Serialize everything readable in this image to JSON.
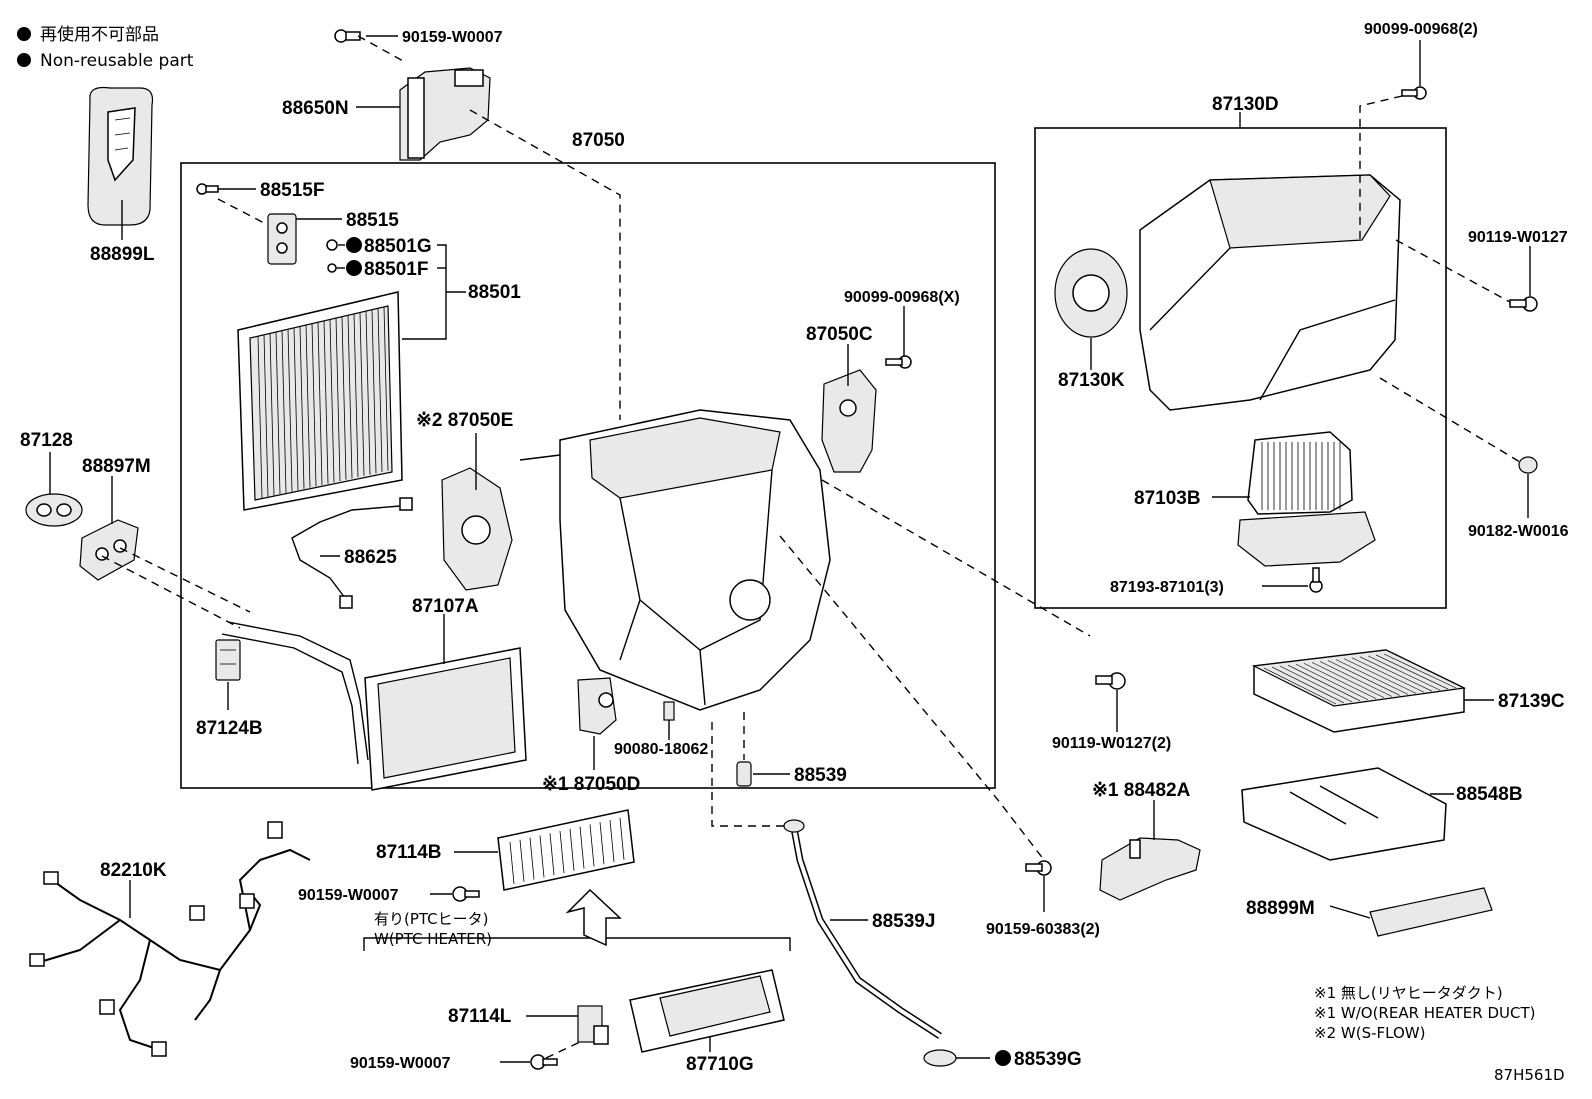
{
  "legend": {
    "jp": "再使用不可部品",
    "en": "Non-reusable part"
  },
  "notes": {
    "n1_jp": "※1 無し(リヤヒータダクト)",
    "n1_en": "※1 W/O(REAR HEATER DUCT)",
    "n2_en": "※2 W(S-FLOW)"
  },
  "ptc": {
    "jp": "有り(PTCヒータ)",
    "en": "W(PTC HEATER)"
  },
  "diagram_code": "87H561D",
  "parts": {
    "p90159_W0007_top": "90159-W0007",
    "p88650N": "88650N",
    "p87050": "87050",
    "p88515F": "88515F",
    "p88515": "88515",
    "p88501G": "88501G",
    "p88501F": "88501F",
    "p88501": "88501",
    "p88899L": "88899L",
    "p90099_00968X": "90099-00968(X)",
    "p87050C": "87050C",
    "p87050E": "※2 87050E",
    "p87128": "87128",
    "p88897M": "88897M",
    "p88625": "88625",
    "p87107A": "87107A",
    "p87124B": "87124B",
    "p90080_18062": "90080-18062",
    "p87050D": "※1 87050D",
    "p88539": "88539",
    "p87130D": "87130D",
    "p90099_00968_2": "90099-00968(2)",
    "p90119_W0127": "90119-W0127",
    "p87130K": "87130K",
    "p87103B": "87103B",
    "p90182_W0016": "90182-W0016",
    "p87193_87101_3": "87193-87101(3)",
    "p90119_W0127_2": "90119-W0127(2)",
    "p87139C": "87139C",
    "p88482A": "※1 88482A",
    "p88548B": "88548B",
    "p82210K": "82210K",
    "p87114B": "87114B",
    "p90159_W0007_mid": "90159-W0007",
    "p88539J": "88539J",
    "p90159_60383_2": "90159-60383(2)",
    "p88899M": "88899M",
    "p87114L": "87114L",
    "p90159_W0007_bot": "90159-W0007",
    "p87710G": "87710G",
    "p88539G": "88539G"
  }
}
